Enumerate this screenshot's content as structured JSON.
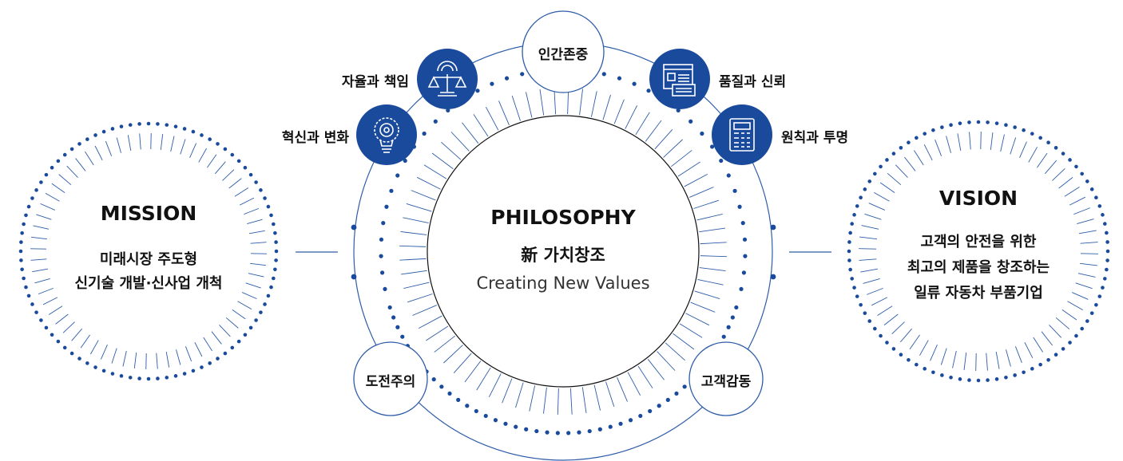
{
  "colors": {
    "primary": "#1a4a9c",
    "line": "#2d5ca8"
  },
  "mission": {
    "title": "MISSION",
    "lines": [
      "미래시장 주도형",
      "신기술 개발·신사업 개척"
    ]
  },
  "philosophy": {
    "title": "PHILOSOPHY",
    "subtitle": "新 가치창조",
    "english": "Creating New Values"
  },
  "vision": {
    "title": "VISION",
    "lines": [
      "고객의 안전을 위한",
      "최고의 제품을 창조하는",
      "일류 자동차 부품기업"
    ]
  },
  "values": {
    "top": "인간존중",
    "bottom_left": "도전주의",
    "bottom_right": "고객감동",
    "icon_items": [
      {
        "label": "자율과 책임",
        "icon": "scale-icon"
      },
      {
        "label": "혁신과 변화",
        "icon": "lightbulb-gear-icon"
      },
      {
        "label": "품질과 신뢰",
        "icon": "document-icon"
      },
      {
        "label": "원칙과 투명",
        "icon": "calculator-icon"
      }
    ]
  }
}
